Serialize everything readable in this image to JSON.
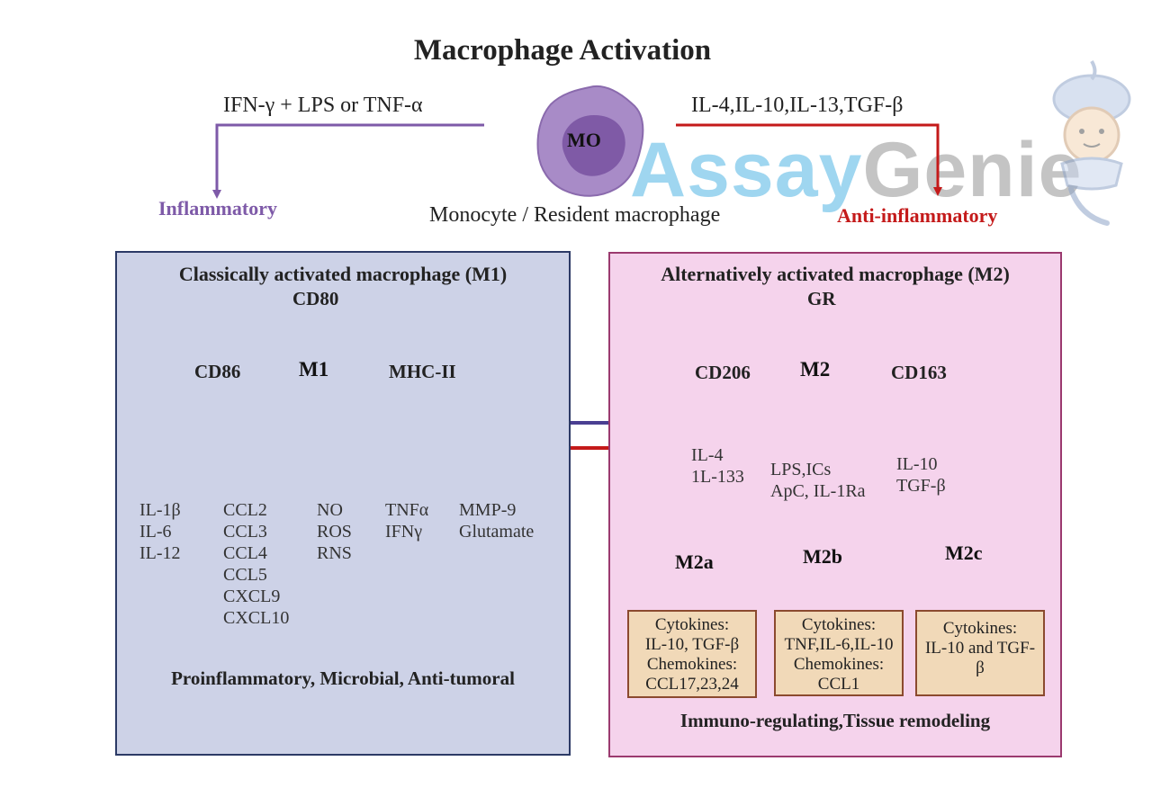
{
  "title": "Macrophage Activation",
  "watermark": {
    "brand_part1": "Assay",
    "brand_part2": "Genie",
    "mascot_icon": "genie-mascot-icon"
  },
  "top": {
    "left_signal": "IFN-γ + LPS or TNF-α",
    "right_signal": "IL-4,IL-10,IL-13,TGF-β",
    "center_cell_label": "MO",
    "center_caption": "Monocyte / Resident macrophage",
    "left_outcome": "Inflammatory",
    "right_outcome": "Anti-inflammatory"
  },
  "m1": {
    "title": "Classically activated macrophage (M1)",
    "cell_label": "M1",
    "markers": {
      "top": "CD80",
      "left": "CD86",
      "right": "MHC-II"
    },
    "outputs": [
      [
        "IL-1β",
        "IL-6",
        "IL-12"
      ],
      [
        "CCL2",
        "CCL3",
        "CCL4",
        "CCL5",
        "CXCL9",
        "CXCL10"
      ],
      [
        "NO",
        "ROS",
        "RNS"
      ],
      [
        "TNFα",
        "IFNγ"
      ],
      [
        "MMP-9",
        "Glutamate"
      ]
    ],
    "footer": "Proinflammatory, Microbial, Anti-tumoral"
  },
  "m2": {
    "title": "Alternatively activated macrophage (M2)",
    "cell_label": "M2",
    "markers": {
      "top": "GR",
      "left": "CD206",
      "right": "CD163"
    },
    "stimuli": [
      [
        "IL-4",
        "1L-133"
      ],
      [
        "LPS,ICs",
        "ApC, IL-1Ra"
      ],
      [
        "IL-10",
        "TGF-β"
      ]
    ],
    "subtypes": [
      "M2a",
      "M2b",
      "M2c"
    ],
    "boxes": [
      [
        "Cytokines:",
        "IL-10, TGF-β",
        "Chemokines:",
        "CCL17,23,24"
      ],
      [
        "Cytokines:",
        "TNF,IL-6,IL-10",
        "Chemokines:",
        "CCL1"
      ],
      [
        "Cytokines:",
        "IL-10 and TGF-",
        "β"
      ]
    ],
    "footer": "Immuno-regulating,Tissue remodeling"
  },
  "colors": {
    "purple": "#7e5aa8",
    "red": "#c41a1a",
    "m1_cell": "#4a76bd",
    "m2_cell": "#e8403e",
    "mo_cell": "#a88bc7",
    "subtype_cell": "#4f8c4a",
    "arrow_dark": "#222222"
  }
}
